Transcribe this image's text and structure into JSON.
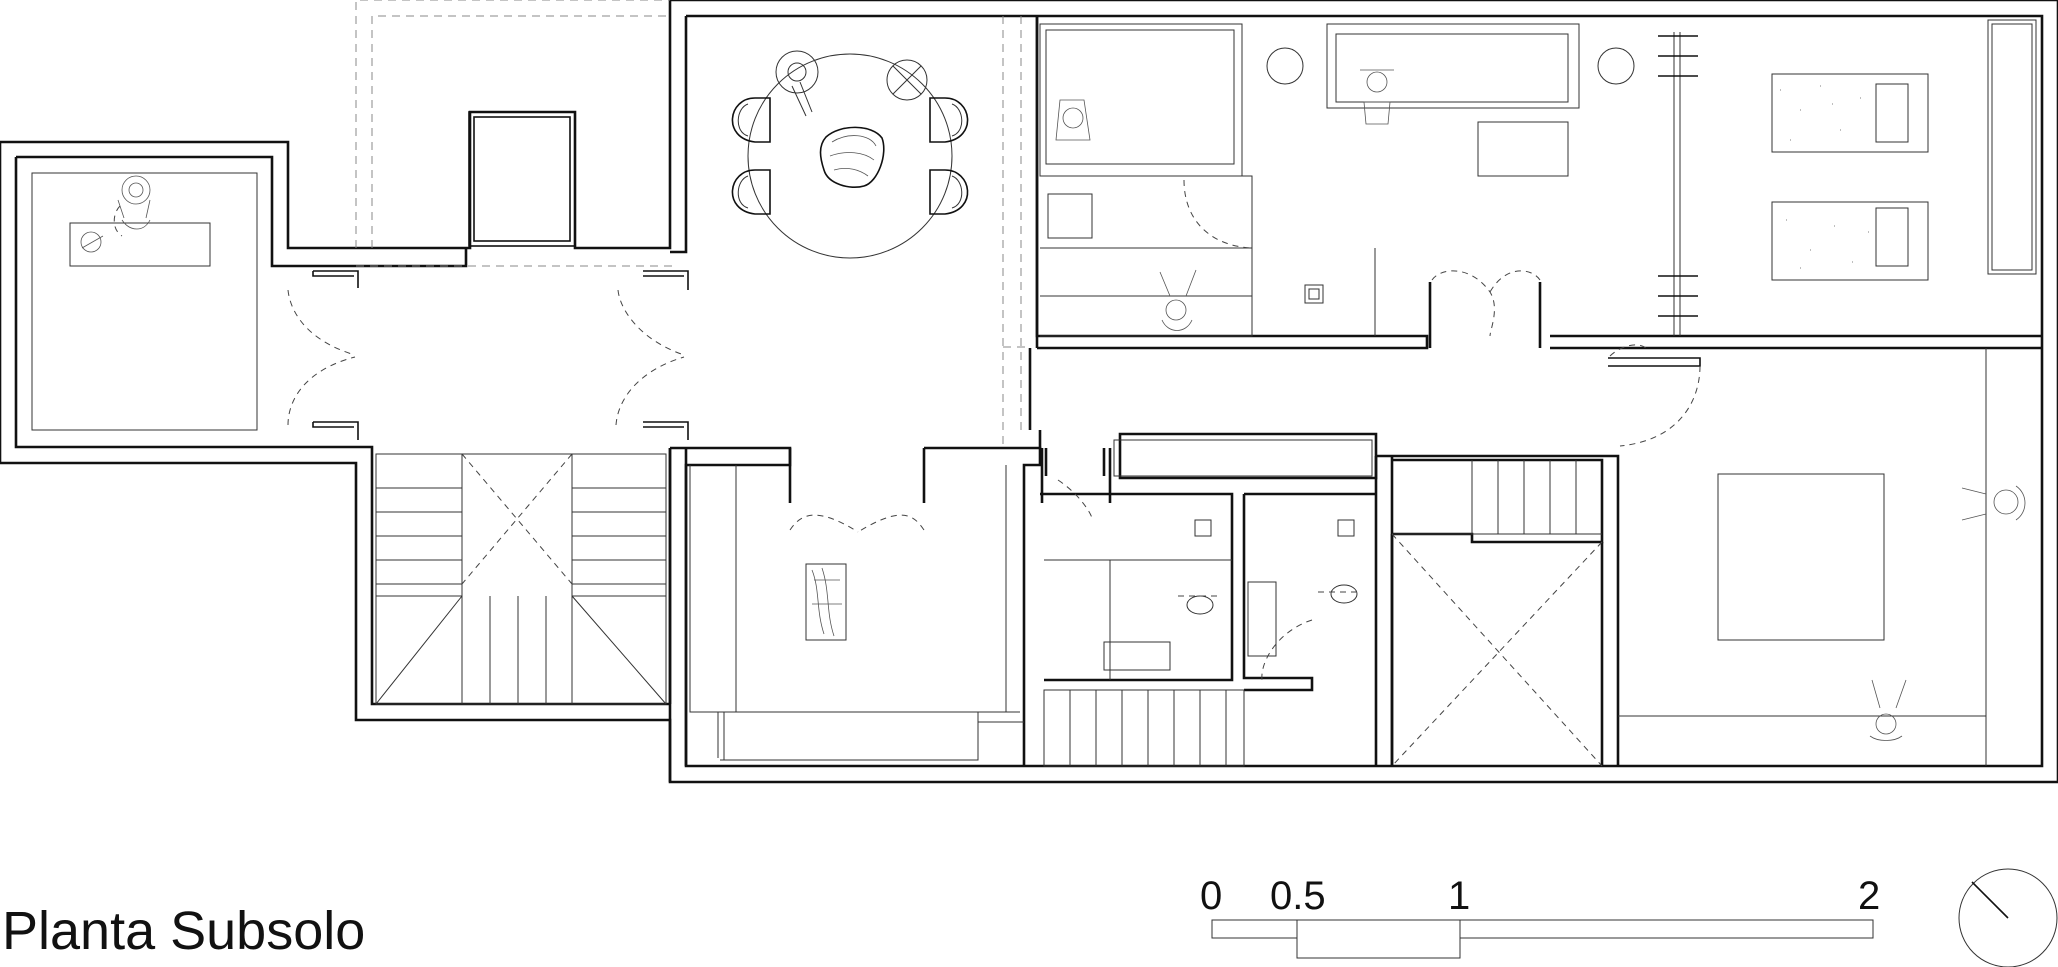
{
  "drawing": {
    "title": "Planta Subsolo"
  },
  "scale_bar": {
    "labels": [
      "0",
      "0.5",
      "1",
      "2"
    ]
  },
  "north_arrow": {
    "icon": "north-arrow-icon"
  },
  "colors": {
    "line": "#111111",
    "background": "#ffffff"
  }
}
